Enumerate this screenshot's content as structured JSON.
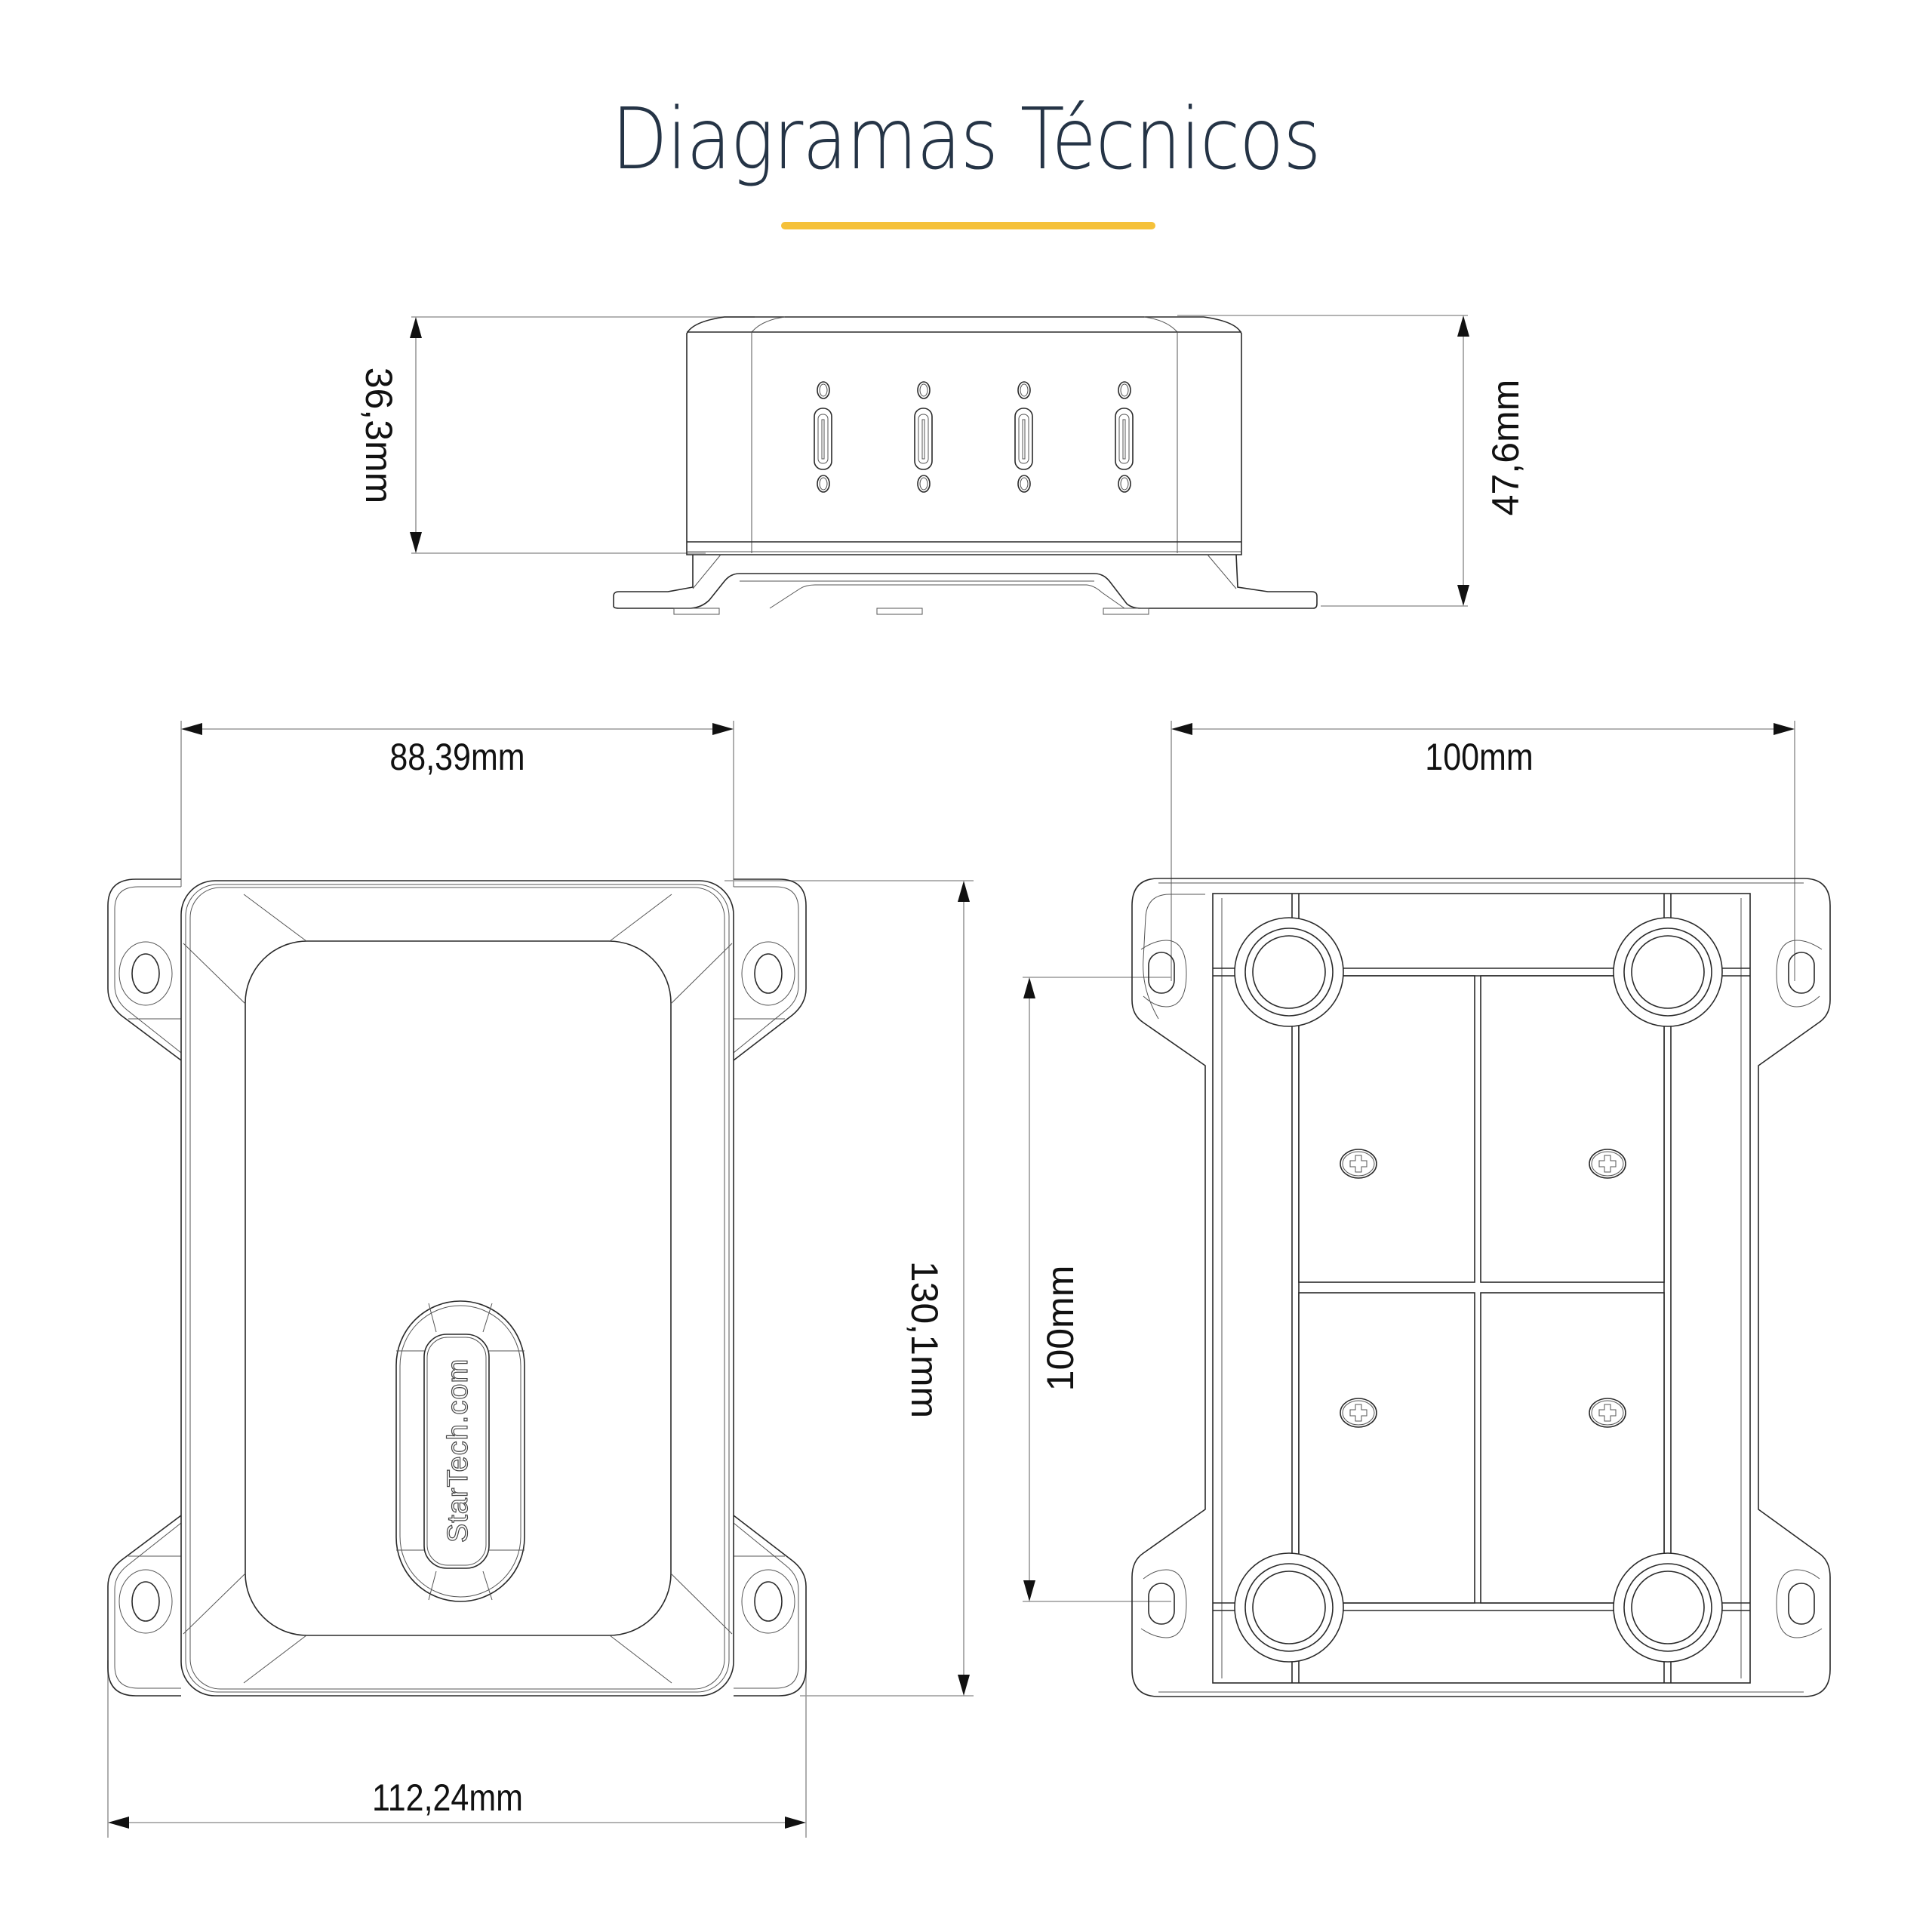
{
  "header": {
    "title": "Diagramas Técnicos",
    "accent_color": "#F5C13A",
    "title_color": "#253446"
  },
  "side_view": {
    "port_count": 4,
    "port_type": "usb-c-port-icon",
    "dimensions": {
      "body_height": "36,3mm",
      "total_height": "47,6mm"
    }
  },
  "top_view": {
    "brand_logo": "StarTech.com",
    "dimensions": {
      "body_width": "88,39mm",
      "length": "130,1mm",
      "total_width": "112,24mm"
    }
  },
  "bottom_view": {
    "screw_count": 4,
    "dimensions": {
      "mount_spacing_horizontal": "100mm",
      "mount_spacing_vertical": "100mm"
    }
  }
}
